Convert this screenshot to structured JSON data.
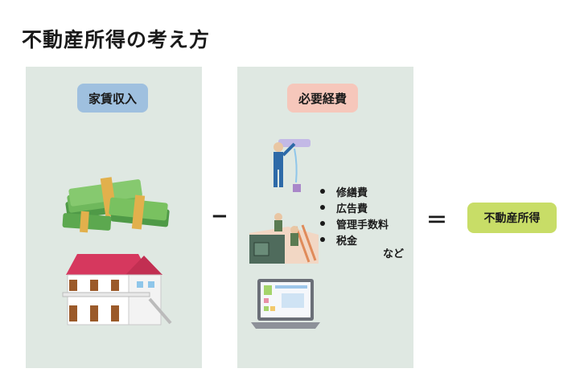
{
  "title": "不動産所得の考え方",
  "income": {
    "label": "家賃収入"
  },
  "expenses": {
    "label": "必要経費",
    "items": [
      "修繕費",
      "広告費",
      "管理手数料",
      "税金"
    ],
    "etc": "など"
  },
  "operators": {
    "minus": "−",
    "equals": "＝"
  },
  "result": {
    "label": "不動産所得"
  },
  "colors": {
    "panel_bg": "#dfe8e2",
    "income_pill": "#9fc0df",
    "expense_pill": "#f6c7bb",
    "result_pill": "#c8dd67"
  },
  "icons": [
    "money-stack-icon",
    "apartment-house-icon",
    "plumber-repair-icon",
    "roof-workers-icon",
    "laptop-ad-icon"
  ]
}
